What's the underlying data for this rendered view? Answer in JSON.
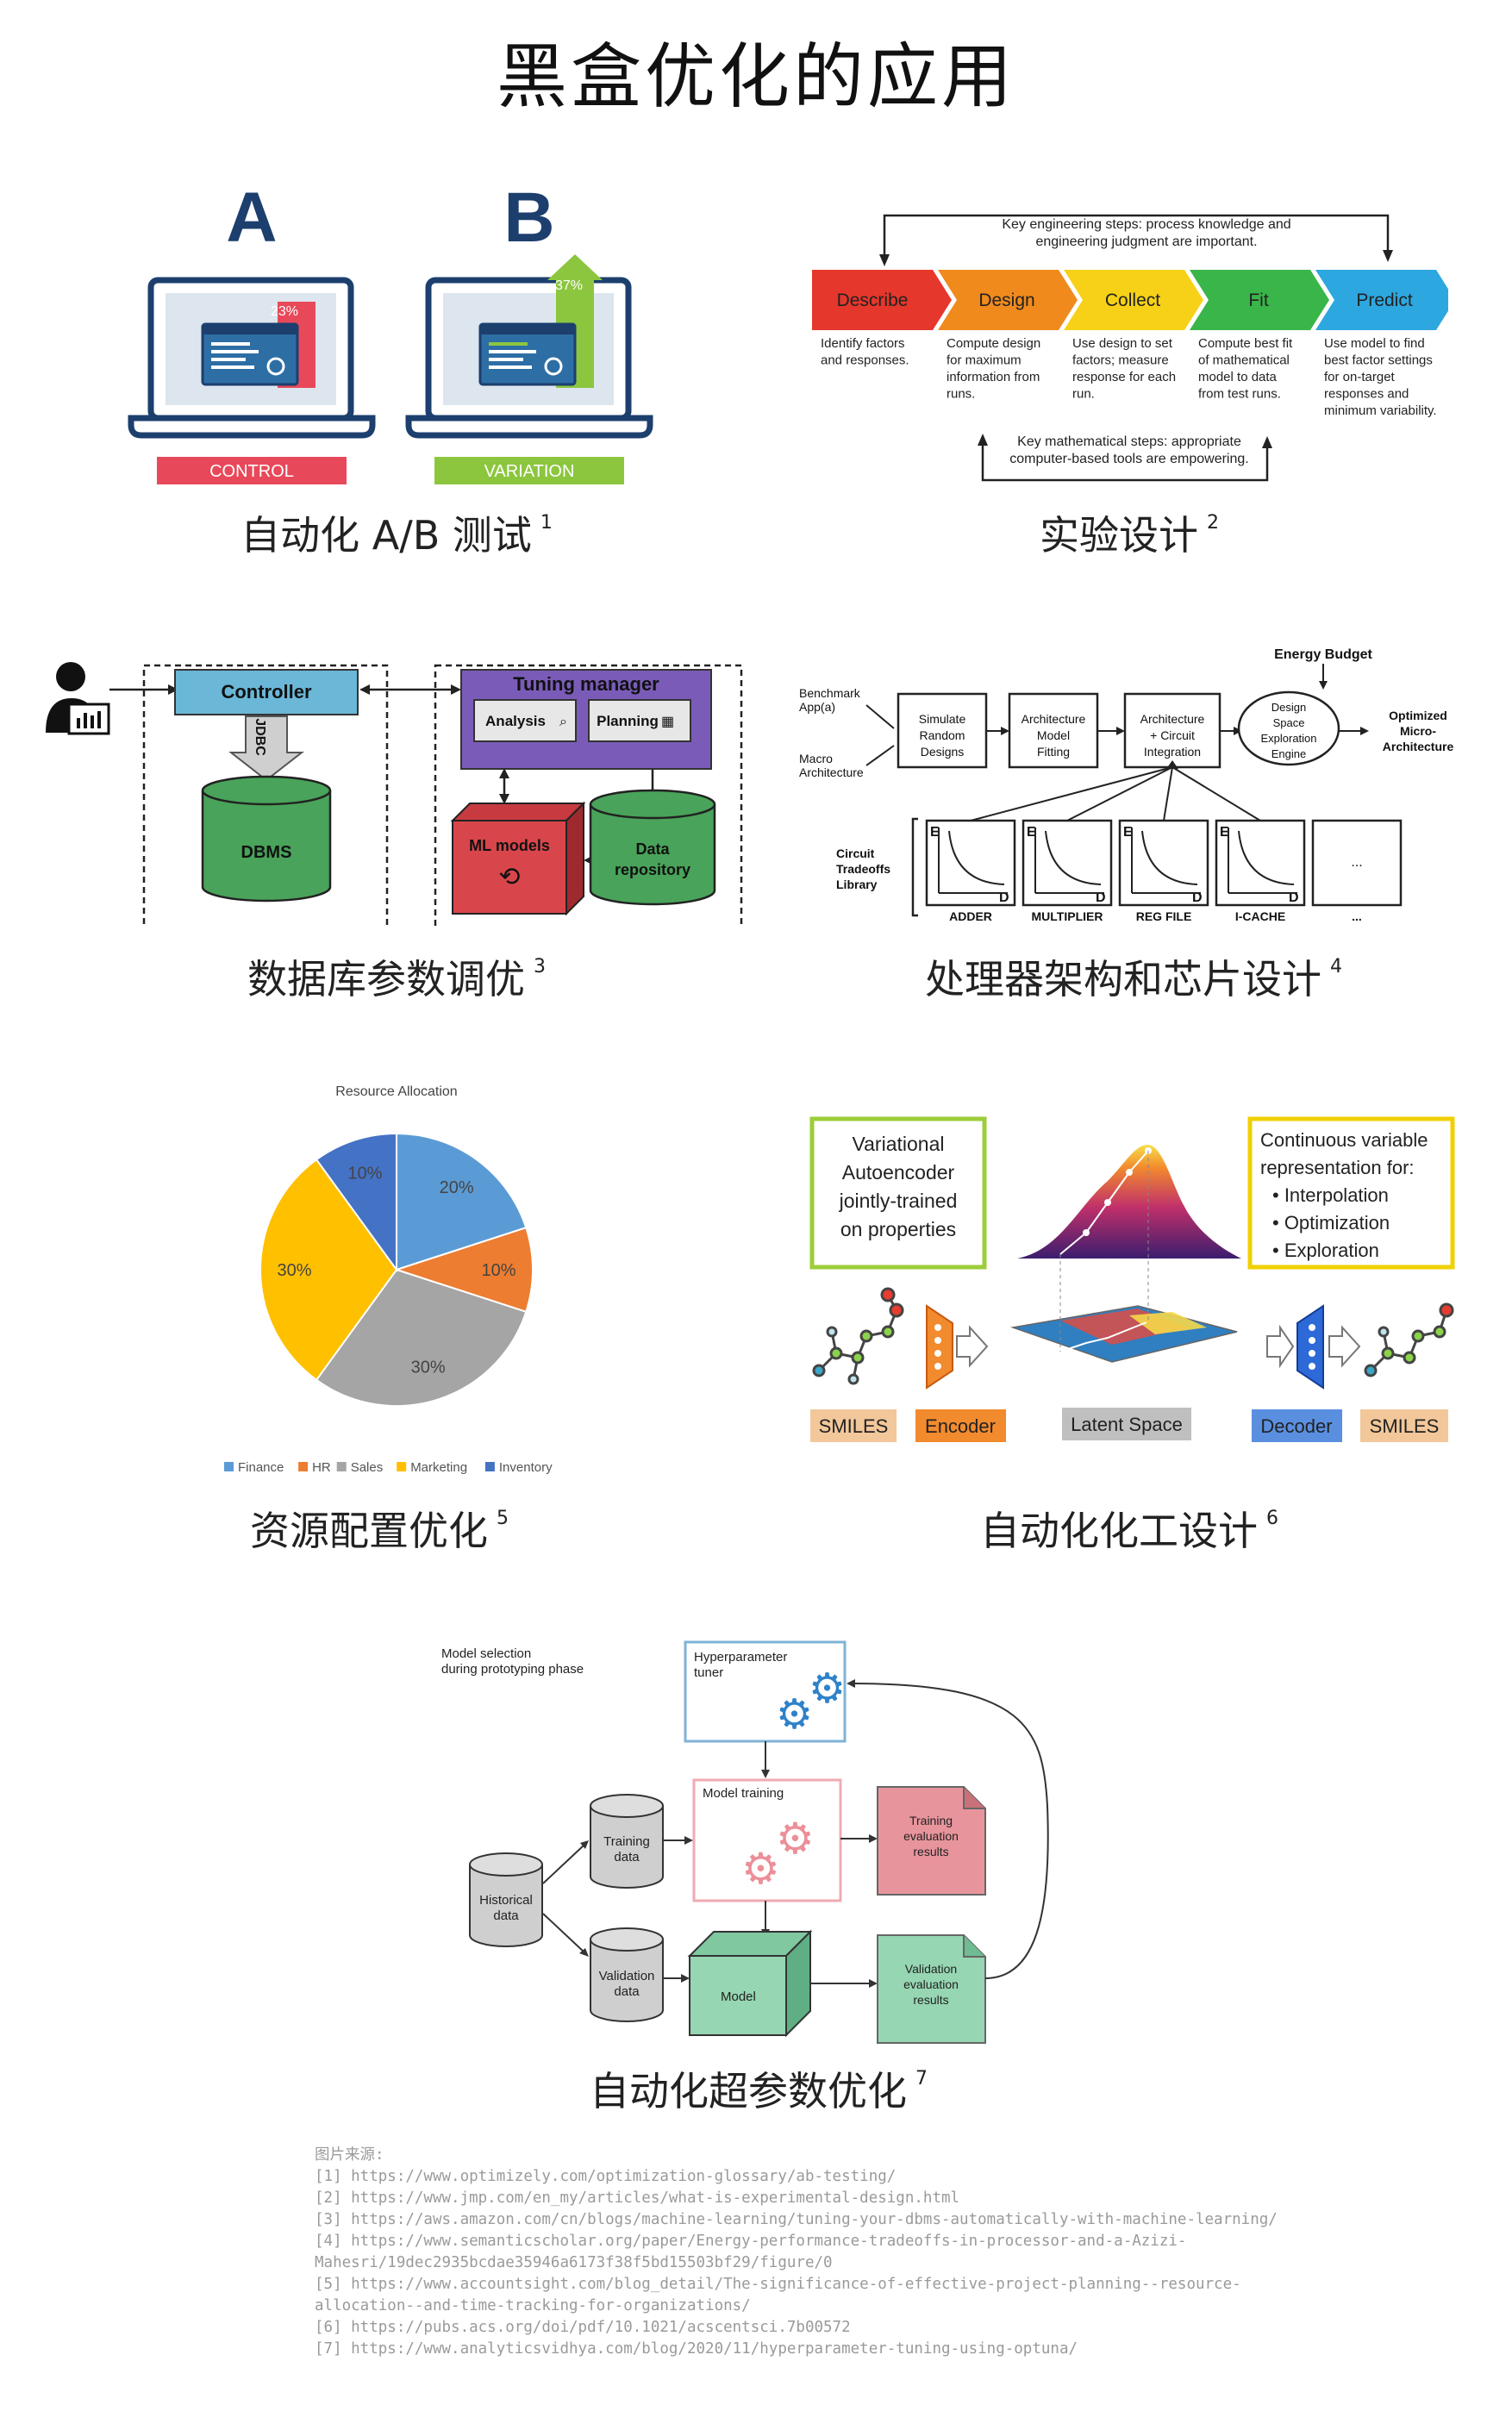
{
  "title": "黑盒优化的应用",
  "captions": [
    {
      "text": "自动化 A/B 测试",
      "ref": "1"
    },
    {
      "text": "实验设计",
      "ref": "2"
    },
    {
      "text": "数据库参数调优",
      "ref": "3"
    },
    {
      "text": "处理器架构和芯片设计",
      "ref": "4"
    },
    {
      "text": "资源配置优化",
      "ref": "5"
    },
    {
      "text": "自动化化工设计",
      "ref": "6"
    },
    {
      "text": "自动化超参数优化",
      "ref": "7"
    }
  ],
  "ab": {
    "a_letter": "A",
    "b_letter": "B",
    "a_pct": "23%",
    "b_pct": "37%",
    "control": "CONTROL",
    "variation": "VARIATION"
  },
  "doe": {
    "top_note_1": "Key engineering steps: process knowledge and",
    "top_note_2": "engineering judgment are important.",
    "steps": [
      {
        "label": "Describe",
        "color": "#e5372c",
        "desc": [
          "Identify factors",
          "and responses."
        ]
      },
      {
        "label": "Design",
        "color": "#f08a1d",
        "desc": [
          "Compute design",
          "for maximum",
          "information from",
          "runs."
        ]
      },
      {
        "label": "Collect",
        "color": "#f7d117",
        "desc": [
          "Use design to set",
          "factors; measure",
          "response for each",
          "run."
        ]
      },
      {
        "label": "Fit",
        "color": "#39b54a",
        "desc": [
          "Compute best fit",
          "of mathematical",
          "model to data",
          "from test runs."
        ]
      },
      {
        "label": "Predict",
        "color": "#2da7df",
        "desc": [
          "Use model to find",
          "best factor settings",
          "for on-target",
          "responses and",
          "minimum variability."
        ]
      }
    ],
    "bottom_note_1": "Key mathematical steps: appropriate",
    "bottom_note_2": "computer-based tools are empowering."
  },
  "db": {
    "controller": "Controller",
    "jdbc": "JDBC",
    "dbms": "DBMS",
    "tuning_manager": "Tuning manager",
    "analysis": "Analysis",
    "planning": "Planning",
    "ml_models": "ML models",
    "data_repo_1": "Data",
    "data_repo_2": "repository"
  },
  "arch": {
    "energy_budget": "Energy Budget",
    "benchmark_1": "Benchmark",
    "benchmark_2": "App(a)",
    "macro_1": "Macro",
    "macro_2": "Architecture",
    "sim": [
      "Simulate",
      "Random",
      "Designs"
    ],
    "model": [
      "Architecture",
      "Model",
      "Fitting"
    ],
    "integ": [
      "Architecture",
      "+ Circuit",
      "Integration"
    ],
    "dse": [
      "Design",
      "Space",
      "Exploration",
      "Engine"
    ],
    "opt": [
      "Optimized",
      "Micro-",
      "Architecture"
    ],
    "lib": [
      "Circuit",
      "Tradeoffs",
      "Library"
    ],
    "e": "E",
    "d": "D",
    "cells": [
      "ADDER",
      "MULTIPLIER",
      "REG FILE",
      "I-CACHE",
      "..."
    ],
    "dots": "..."
  },
  "chart_data": {
    "type": "pie",
    "title": "Resource Allocation",
    "categories": [
      "Finance",
      "HR",
      "Sales",
      "Marketing",
      "Inventory"
    ],
    "values": [
      20,
      10,
      30,
      30,
      10
    ],
    "labels": [
      "20%",
      "10%",
      "30%",
      "30%",
      "10%"
    ],
    "colors": [
      "#5b9bd5",
      "#ed7d31",
      "#a5a5a5",
      "#ffc000",
      "#4472c4"
    ],
    "legend": "bottom"
  },
  "chem": {
    "vae": [
      "Variational",
      "Autoencoder",
      "jointly-trained",
      "on properties"
    ],
    "cont": [
      "Continuous variable",
      "representation for:"
    ],
    "bullets": [
      "Interpolation",
      "Optimization",
      "Exploration"
    ],
    "smiles_left": "SMILES",
    "encoder": "Encoder",
    "latent": "Latent Space",
    "decoder": "Decoder",
    "smiles_right": "SMILES"
  },
  "hpo": {
    "model_sel_1": "Model selection",
    "model_sel_2": "during prototyping phase",
    "hp_tuner_1": "Hyperparameter",
    "hp_tuner_2": "tuner",
    "model_training": "Model training",
    "train_eval": [
      "Training",
      "evaluation",
      "results"
    ],
    "training_data": [
      "Training",
      "data"
    ],
    "historical": [
      "Historical",
      "data"
    ],
    "validation_data": [
      "Validation",
      "data"
    ],
    "model": "Model",
    "val_eval": [
      "Validation",
      "evaluation",
      "results"
    ]
  },
  "references": {
    "header": "图片来源:",
    "lines": [
      "[1] https://www.optimizely.com/optimization-glossary/ab-testing/",
      "[2] https://www.jmp.com/en_my/articles/what-is-experimental-design.html",
      "[3] https://aws.amazon.com/cn/blogs/machine-learning/tuning-your-dbms-automatically-with-machine-learning/",
      "[4] https://www.semanticscholar.org/paper/Energy-performance-tradeoffs-in-processor-and-a-Azizi-",
      "Mahesri/19dec2935bcdae35946a6173f38f5bd15503bf29/figure/0",
      "[5] https://www.accountsight.com/blog_detail/The-significance-of-effective-project-planning--resource-",
      "allocation--and-time-tracking-for-organizations/",
      "[6] https://pubs.acs.org/doi/pdf/10.1021/acscentsci.7b00572",
      "[7] https://www.analyticsvidhya.com/blog/2020/11/hyperparameter-tuning-using-optuna/"
    ]
  }
}
